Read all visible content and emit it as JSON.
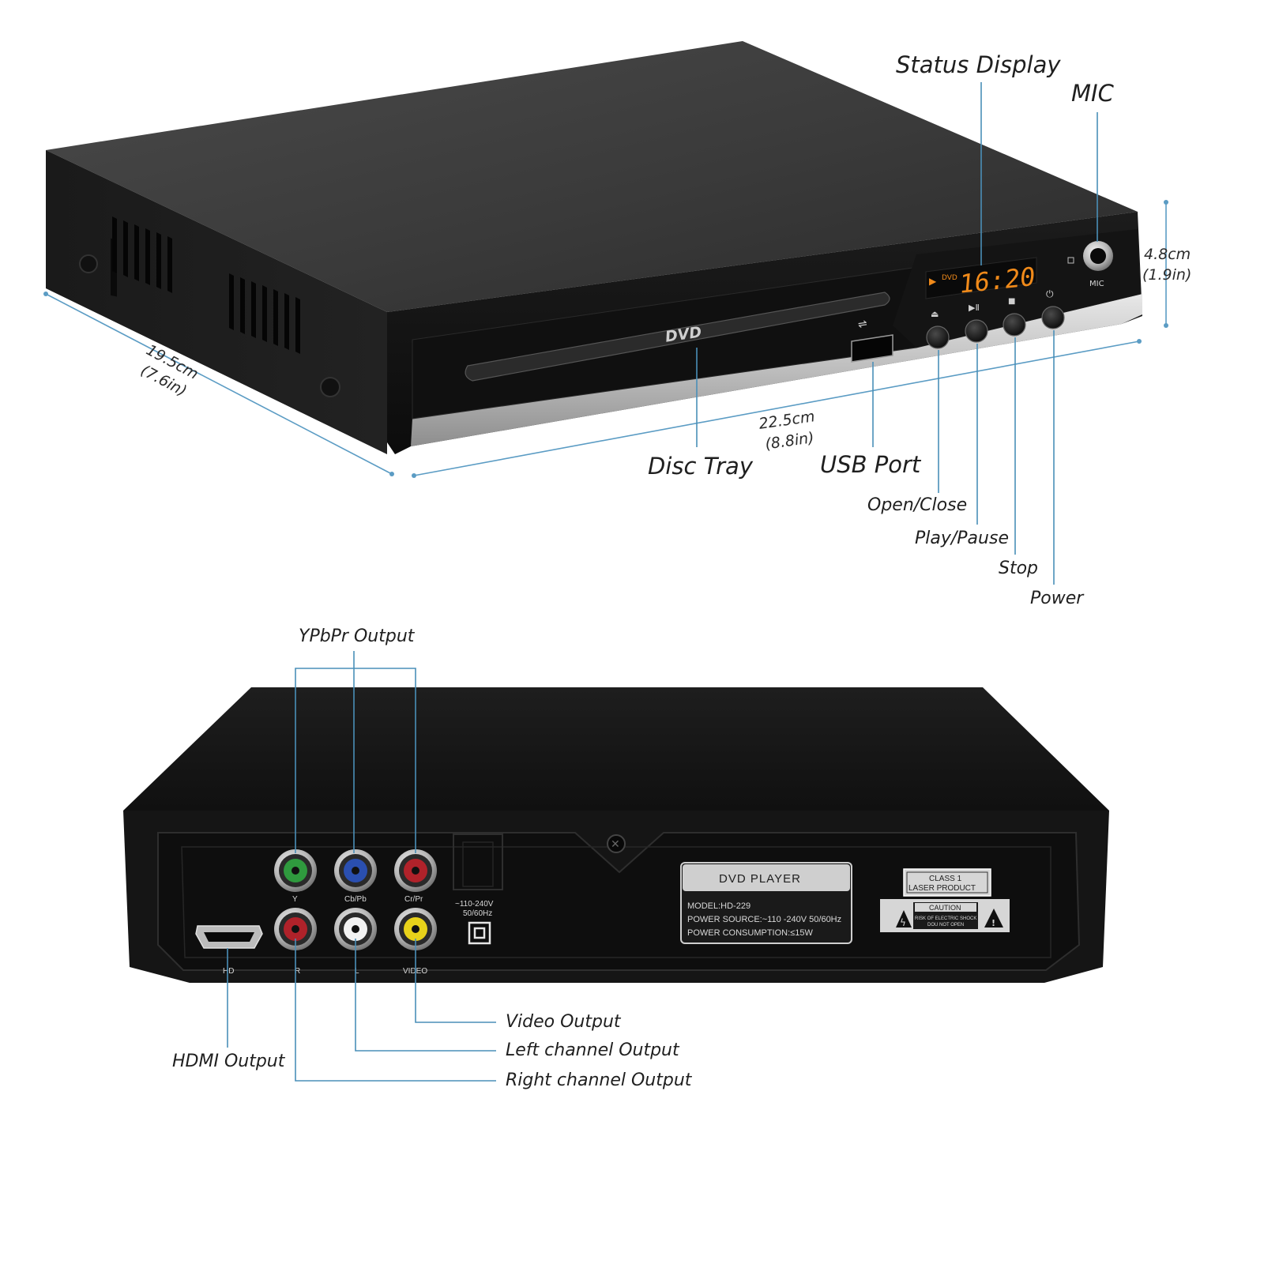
{
  "front_view": {
    "labels": {
      "status_display": "Status Display",
      "mic": "MIC",
      "disc_tray": "Disc Tray",
      "usb_port": "USB Port",
      "open_close": "Open/Close",
      "play_pause": "Play/Pause",
      "stop": "Stop",
      "power": "Power"
    },
    "dimensions": {
      "height_cm": "4.8cm",
      "height_in": "(1.9in)",
      "depth_cm": "19.5cm",
      "depth_in": "(7.6in)",
      "width_cm": "22.5cm",
      "width_in": "(8.8in)"
    },
    "device": {
      "logo": "DVD",
      "display_mode": "DVD",
      "display_time": "16:20",
      "mic_label": "MIC"
    }
  },
  "rear_view": {
    "labels": {
      "ypbpr_output": "YPbPr Output",
      "video_output": "Video Output",
      "left_channel_output": "Left channel Output",
      "right_channel_output": "Right channel Output",
      "hdmi_output": "HDMI Output"
    },
    "jack_labels": {
      "y": "Y",
      "cb_pb": "Cb/Pb",
      "cr_pr": "Cr/Pr",
      "r": "R",
      "l": "L",
      "video": "VIDEO",
      "hd": "HD"
    },
    "power_input": {
      "voltage": "~110-240V",
      "frequency": "50/60Hz"
    },
    "rating_label": {
      "title": "DVD PLAYER",
      "model": "MODEL:HD-229",
      "power_source": "POWER SOURCE:~110 -240V 50/60Hz",
      "power_consumption": "POWER CONSUMPTION:≤15W"
    },
    "laser_label": {
      "line1": "CLASS 1",
      "line2": "LASER PRODUCT",
      "caution": "CAUTION",
      "risk": "RISK OF ELECTRIC SHOCK",
      "donot": "DOU NOT OPEN"
    },
    "jack_colors": {
      "y": "#2f9a3e",
      "cb_pb": "#2a4fb0",
      "cr_pr": "#b0222a",
      "r": "#b0222a",
      "l": "#f2f2f2",
      "video": "#e8d21a"
    }
  }
}
